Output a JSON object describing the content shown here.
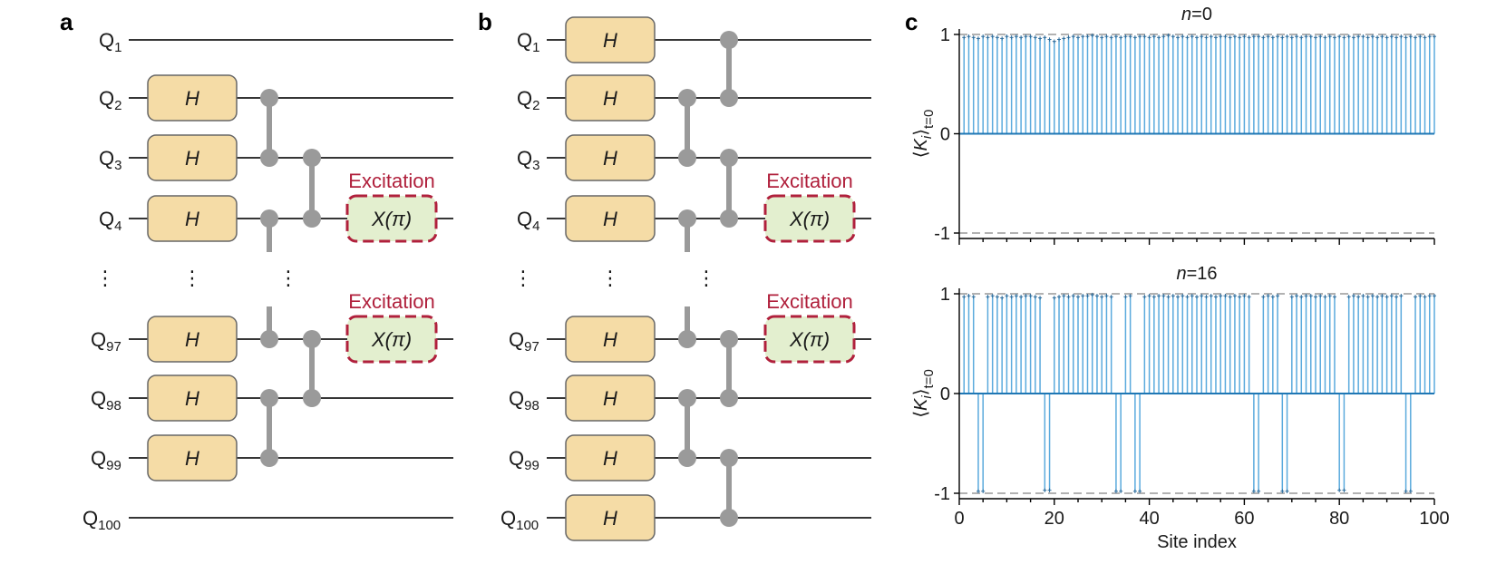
{
  "panels": {
    "a": {
      "label": "a"
    },
    "b": {
      "label": "b"
    },
    "c": {
      "label": "c"
    }
  },
  "qubit_labels": [
    {
      "q": "Q",
      "n": "1"
    },
    {
      "q": "Q",
      "n": "2"
    },
    {
      "q": "Q",
      "n": "3"
    },
    {
      "q": "Q",
      "n": "4"
    },
    {
      "q": "Q",
      "n": "97"
    },
    {
      "q": "Q",
      "n": "98"
    },
    {
      "q": "Q",
      "n": "99"
    },
    {
      "q": "Q",
      "n": "100"
    }
  ],
  "gates": {
    "hadamard": "H",
    "excitation_gate": "X(π)",
    "excitation_label": "Excitation",
    "vdots": "⋮"
  },
  "chart_data": [
    {
      "type": "bar",
      "title": "n=0",
      "title_parts": {
        "var": "n",
        "rest": "=0"
      },
      "ylabel": "⟨K_i⟩_{t=0}",
      "ylabel_parts": {
        "open": "⟨",
        "var": "K",
        "sub": "i",
        "close": "⟩",
        "subscript": "t=0"
      },
      "xlabel": "",
      "xlim": [
        0,
        100
      ],
      "ylim": [
        -1,
        1
      ],
      "yticks": [
        "1",
        "0",
        "-1"
      ],
      "xticks": [
        "0",
        "20",
        "40",
        "60",
        "80",
        "100"
      ],
      "reference_lines": [
        1,
        -1
      ],
      "sites": "1-100",
      "values": [
        0.97,
        0.98,
        0.97,
        0.96,
        0.98,
        0.97,
        0.98,
        0.97,
        0.96,
        0.98,
        0.97,
        0.98,
        0.97,
        0.98,
        0.98,
        0.97,
        0.96,
        0.97,
        0.95,
        0.93,
        0.95,
        0.96,
        0.97,
        0.98,
        0.97,
        0.98,
        0.98,
        0.99,
        0.98,
        0.97,
        0.98,
        0.97,
        0.98,
        0.97,
        0.98,
        0.98,
        0.97,
        0.98,
        0.98,
        0.97,
        0.98,
        0.97,
        0.98,
        0.99,
        0.98,
        0.97,
        0.98,
        0.97,
        0.98,
        0.97,
        0.98,
        0.97,
        0.98,
        0.97,
        0.98,
        0.98,
        0.97,
        0.98,
        0.97,
        0.98,
        0.97,
        0.98,
        0.98,
        0.97,
        0.98,
        0.97,
        0.98,
        0.97,
        0.98,
        0.97,
        0.98,
        0.97,
        0.98,
        0.98,
        0.97,
        0.98,
        0.97,
        0.98,
        0.97,
        0.98,
        0.97,
        0.98,
        0.97,
        0.98,
        0.98,
        0.97,
        0.98,
        0.97,
        0.98,
        0.97,
        0.98,
        0.97,
        0.98,
        0.97,
        0.98,
        0.97,
        0.98,
        0.97,
        0.98,
        0.98
      ],
      "error": 0.02
    },
    {
      "type": "bar",
      "title": "n=16",
      "title_parts": {
        "var": "n",
        "rest": "=16"
      },
      "ylabel": "⟨K_i⟩_{t=0}",
      "ylabel_parts": {
        "open": "⟨",
        "var": "K",
        "sub": "i",
        "close": "⟩",
        "subscript": "t=0"
      },
      "xlabel": "Site index",
      "xlim": [
        0,
        100
      ],
      "ylim": [
        -1,
        1
      ],
      "yticks": [
        "1",
        "0",
        "-1"
      ],
      "xticks": [
        "0",
        "20",
        "40",
        "60",
        "80",
        "100"
      ],
      "reference_lines": [
        1,
        -1
      ],
      "sites": "1-100",
      "values": [
        0.97,
        0.98,
        0.97,
        -0.98,
        -0.98,
        0.97,
        0.98,
        0.97,
        0.96,
        0.98,
        0.97,
        0.98,
        0.97,
        0.98,
        0.98,
        0.97,
        0.96,
        -0.97,
        -0.97,
        0.96,
        0.97,
        0.98,
        0.97,
        0.98,
        0.97,
        0.98,
        0.98,
        0.99,
        0.98,
        0.97,
        0.98,
        0.97,
        -0.98,
        -0.98,
        0.97,
        0.98,
        -0.98,
        -0.98,
        0.97,
        0.98,
        0.97,
        0.98,
        0.98,
        0.97,
        0.98,
        0.97,
        0.98,
        0.97,
        0.98,
        0.97,
        0.98,
        0.97,
        0.98,
        0.97,
        0.98,
        0.98,
        0.97,
        0.98,
        0.97,
        0.98,
        0.97,
        -0.98,
        -0.98,
        0.97,
        0.98,
        0.97,
        0.98,
        -0.98,
        -0.98,
        0.97,
        0.98,
        0.97,
        0.98,
        0.98,
        0.97,
        0.98,
        0.97,
        0.98,
        0.97,
        -0.97,
        -0.97,
        0.97,
        0.98,
        0.97,
        0.98,
        0.97,
        0.98,
        0.97,
        0.98,
        0.97,
        0.98,
        0.97,
        0.98,
        -0.98,
        -0.98,
        0.97,
        0.98,
        0.97,
        0.98,
        0.98
      ],
      "error": 0.02
    }
  ]
}
